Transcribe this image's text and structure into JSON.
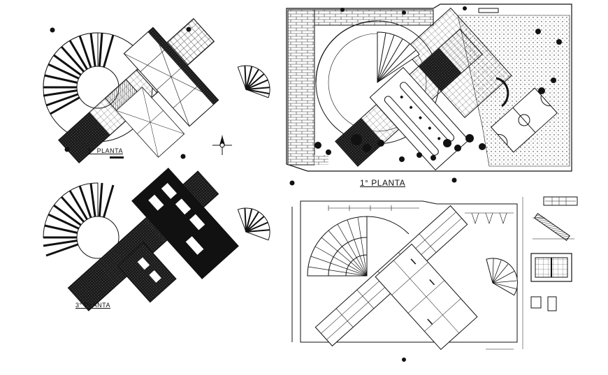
{
  "labels": {
    "plan_2": "2° PLANTA",
    "plan_3": "3° PLANTA",
    "plan_1": "1° PLANTA"
  },
  "colors": {
    "paper": "#ffffff",
    "ink": "#111111",
    "fill_dark": "#1a1a1a",
    "fill_mid": "#555555",
    "hatch": "#888888"
  },
  "icons": [
    "north-arrow-icon",
    "section-marker-icon",
    "tree-symbol-icon",
    "basketball-court-icon"
  ]
}
